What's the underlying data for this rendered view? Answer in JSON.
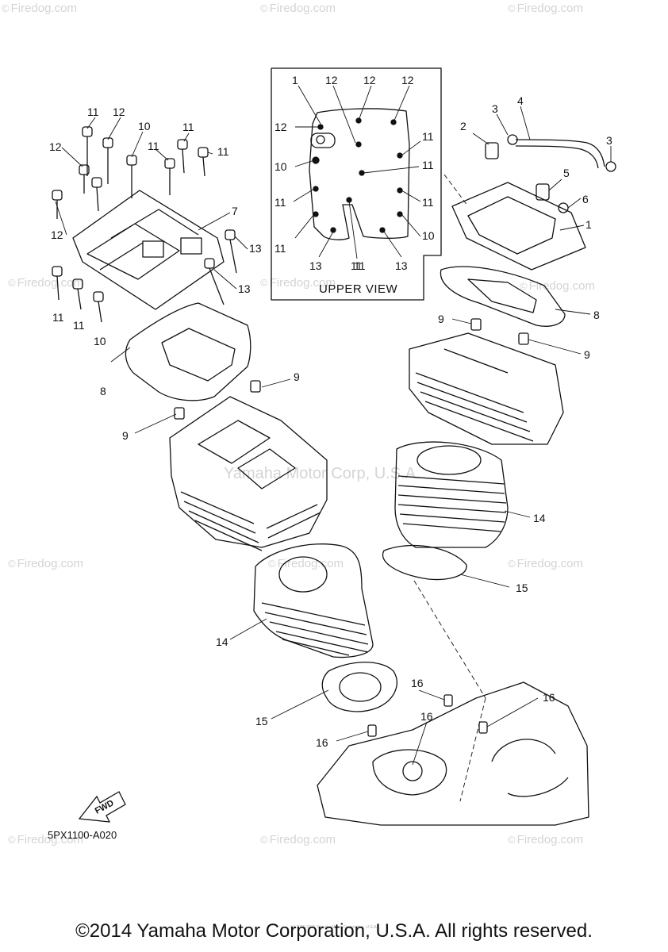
{
  "watermark": {
    "brand": "Firedog.com",
    "copyright_symbol": "©"
  },
  "mid_watermark": "Yamaha Motor Corp, U.S.A.",
  "upper_view": {
    "label": "UPPER VIEW",
    "callouts": [
      "1",
      "12",
      "12",
      "12",
      "12",
      "11",
      "10",
      "11",
      "11",
      "11",
      "11",
      "10",
      "11",
      "13",
      "11",
      "13"
    ]
  },
  "callouts": [
    "11",
    "12",
    "10",
    "11",
    "11",
    "11",
    "12",
    "7",
    "12",
    "13",
    "13",
    "11",
    "11",
    "10",
    "8",
    "9",
    "9",
    "14",
    "15",
    "16",
    "16",
    "16",
    "16",
    "3",
    "4",
    "2",
    "3",
    "5",
    "6",
    "1",
    "8",
    "9",
    "9",
    "14",
    "15"
  ],
  "fwd_label": "FWD",
  "diagram_code": "5PX1100-A020",
  "fine_print": "(c) 2000-2016 Yamaha Motor Corporation, U.S.A.",
  "copyright": "©2014 Yamaha Motor Corporation, U.S.A. All rights reserved.",
  "colors": {
    "line": "#111111",
    "watermark": "#d4d4d4"
  }
}
